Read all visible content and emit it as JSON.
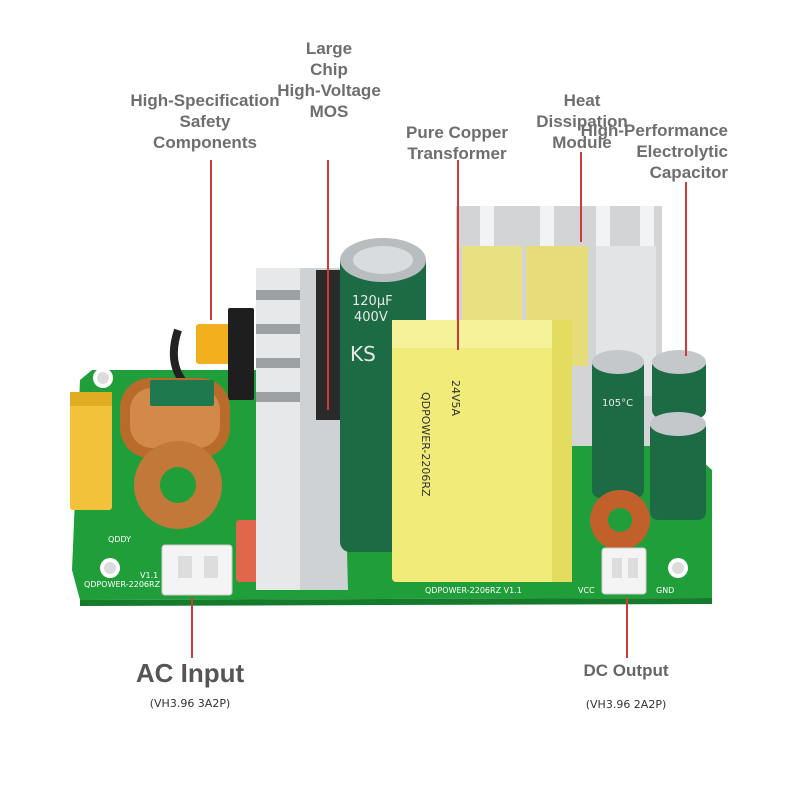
{
  "labels": {
    "safety": [
      "High-Specification",
      "Safety",
      "Components"
    ],
    "mos": [
      "Large",
      "Chip",
      "High-Voltage",
      "MOS"
    ],
    "transformer": [
      "Pure Copper",
      "Transformer"
    ],
    "heat": [
      "Heat",
      "Dissipation",
      "Module"
    ],
    "capacitor": [
      "High-Performance",
      "Electrolytic",
      "Capacitor"
    ],
    "ac_input": "AC Input",
    "ac_input_sub": "(VH3.96 3A2P)",
    "dc_output": [
      "DC",
      "Output"
    ],
    "dc_output_sub": "(VH3.96 2A2P)"
  },
  "board_text": {
    "model_left": "QDPOWER-2206RZ",
    "version_left": "V1.1",
    "brand": "QDDY",
    "transformer_model": "QDPOWER-2206RZ",
    "transformer_spec": "24V5A",
    "bottom_model": "QDPOWER-2206RZ V1.1",
    "vcc": "VCC",
    "gnd": "GND",
    "cap_text_1": "120μF",
    "cap_text_2": "400V",
    "cap_brand": "KS",
    "cap_small": "105°C"
  },
  "colors": {
    "pcb": "#1f9e3a",
    "label_gray": "#6e6e6e",
    "leader_red": "#d23a3a",
    "transformer_yellow": "#f1ec7a",
    "capacitor_green": "#1d6b45"
  }
}
